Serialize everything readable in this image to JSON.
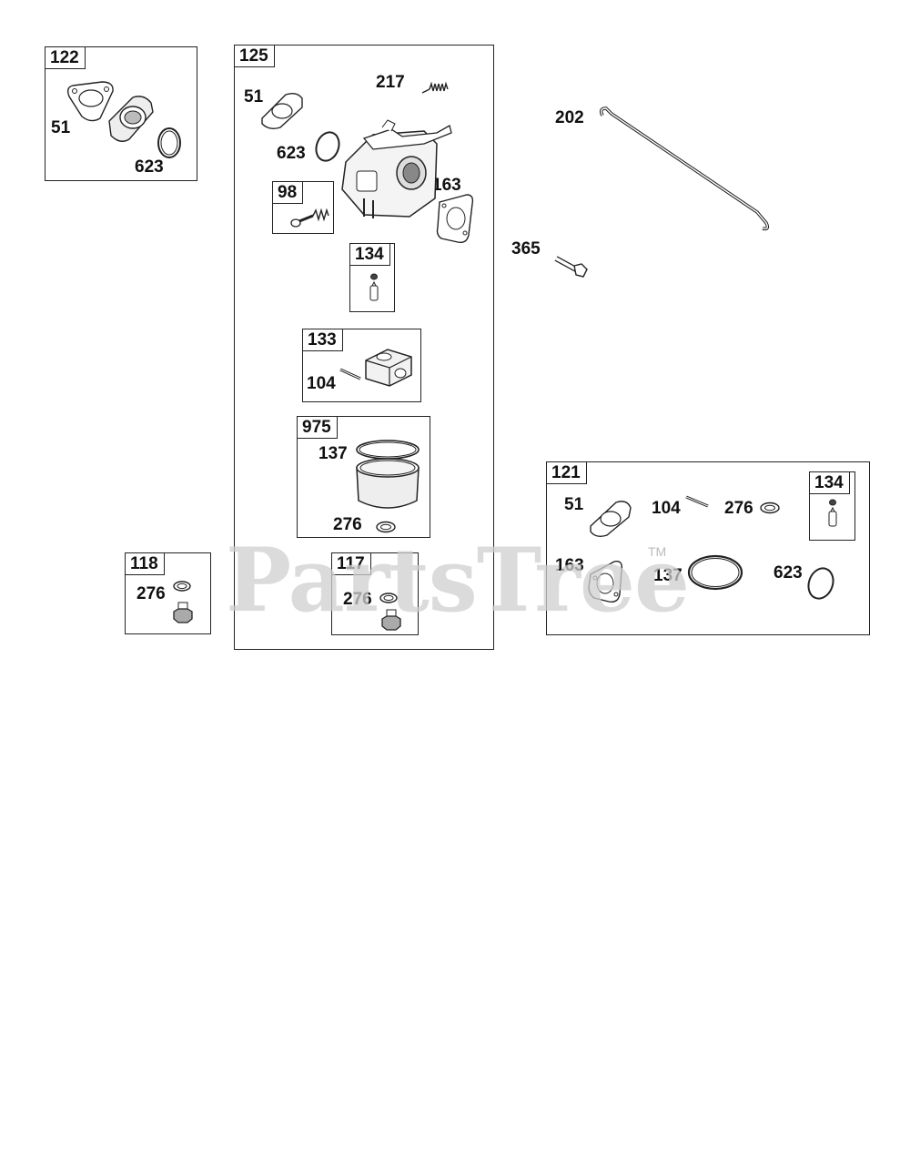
{
  "kits": {
    "k122": {
      "label": "122",
      "parts": {
        "gasket": "51",
        "oring": "623"
      }
    },
    "k125": {
      "label": "125",
      "parts": {
        "gasket": "51",
        "spring": "217",
        "oring": "623",
        "carb_gasket": "163"
      }
    },
    "k98": {
      "label": "98"
    },
    "k134a": {
      "label": "134"
    },
    "k133": {
      "label": "133",
      "parts": {
        "pin": "104"
      }
    },
    "k975": {
      "label": "975",
      "parts": {
        "ring": "137",
        "washer": "276"
      }
    },
    "k118": {
      "label": "118",
      "parts": {
        "washer": "276"
      }
    },
    "k117": {
      "label": "117",
      "parts": {
        "washer": "276"
      }
    },
    "k121": {
      "label": "121",
      "parts": {
        "gasket": "51",
        "pin": "104",
        "washer": "276",
        "carb_gasket": "163",
        "ring": "137",
        "oring": "623"
      }
    },
    "k134b": {
      "label": "134"
    }
  },
  "loose_parts": {
    "rod": "202",
    "bolt": "365"
  },
  "watermark": {
    "text": "PartsTree",
    "tm": "TM"
  }
}
